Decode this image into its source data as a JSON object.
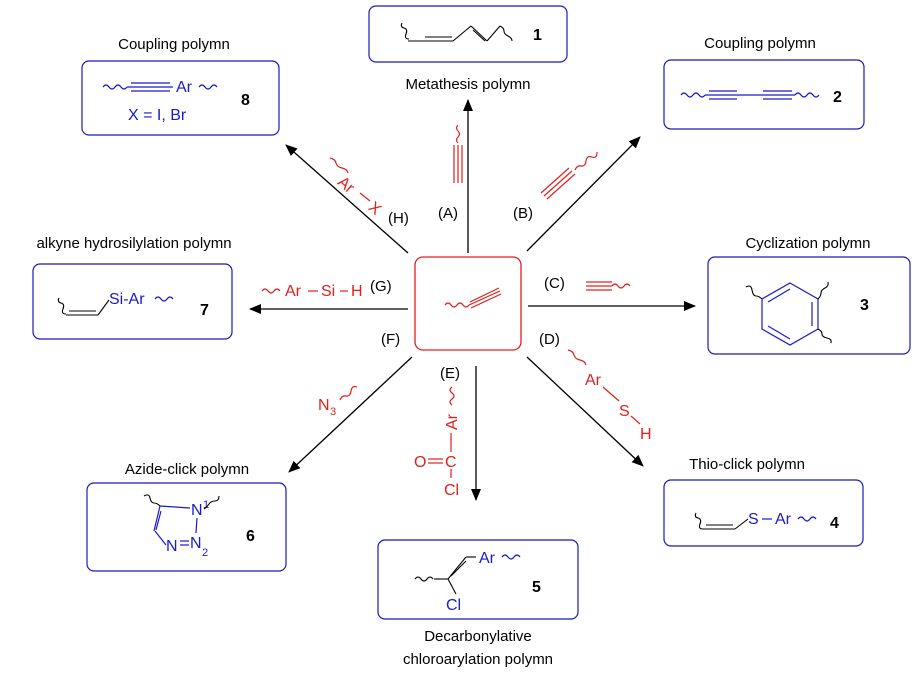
{
  "center": {
    "name": "terminal-alkyne-monomer"
  },
  "routes": [
    {
      "id": "A",
      "label": "(A)",
      "reagent": "",
      "title": "Metathesis polymn",
      "compound": "1"
    },
    {
      "id": "B",
      "label": "(B)",
      "reagent": "",
      "title": "Coupling polymn",
      "compound": "2"
    },
    {
      "id": "C",
      "label": "(C)",
      "reagent": "",
      "title": "Cyclization polymn",
      "compound": "3"
    },
    {
      "id": "D",
      "label": "(D)",
      "reagent": {
        "ar": "Ar",
        "s": "S",
        "h": "H"
      },
      "title": "Thio-click polymn",
      "compound": "4",
      "product": {
        "s": "S",
        "ar": "Ar"
      }
    },
    {
      "id": "E",
      "label": "(E)",
      "reagent": {
        "ar": "Ar",
        "o": "O",
        "c": "C",
        "cl": "Cl"
      },
      "title_line1": "Decarbonylative",
      "title_line2": "chloroarylation polymn",
      "compound": "5",
      "product": {
        "ar": "Ar",
        "cl": "Cl"
      }
    },
    {
      "id": "F",
      "label": "(F)",
      "reagent": {
        "n": "N",
        "sub": "3"
      },
      "title": "Azide-click polymn",
      "compound": "6",
      "product": {
        "n1": "N",
        "n2": "N",
        "n3": "N",
        "one": "1",
        "two": "2"
      }
    },
    {
      "id": "G",
      "label": "(G)",
      "reagent": {
        "ar": "Ar",
        "si": "Si",
        "h": "H"
      },
      "title": "alkyne hydrosilylation polymn",
      "compound": "7",
      "product": {
        "text": "Si-Ar"
      }
    },
    {
      "id": "H",
      "label": "(H)",
      "reagent": {
        "ar": "Ar",
        "x": "X"
      },
      "title": "Coupling polymn",
      "compound": "8",
      "product": {
        "ar": "Ar",
        "note": "X = I, Br"
      }
    }
  ],
  "colors": {
    "reagent": "#e0201c",
    "product": "#1a1ac8",
    "arrow": "#000000",
    "box_border": "#1a1ab8"
  }
}
